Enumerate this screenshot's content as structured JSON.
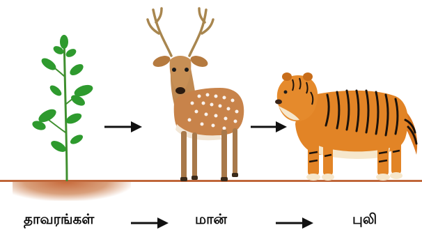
{
  "food_chain": {
    "producer": {
      "label": "தாவரங்கள்",
      "image": "green-plant"
    },
    "primary_consumer": {
      "label": "மான்",
      "image": "spotted-deer"
    },
    "secondary_consumer": {
      "label": "புலி",
      "image": "tiger"
    }
  },
  "colors": {
    "ground": "#c0673a",
    "leaf": "#2e9a2e",
    "arrow": "#111111"
  }
}
